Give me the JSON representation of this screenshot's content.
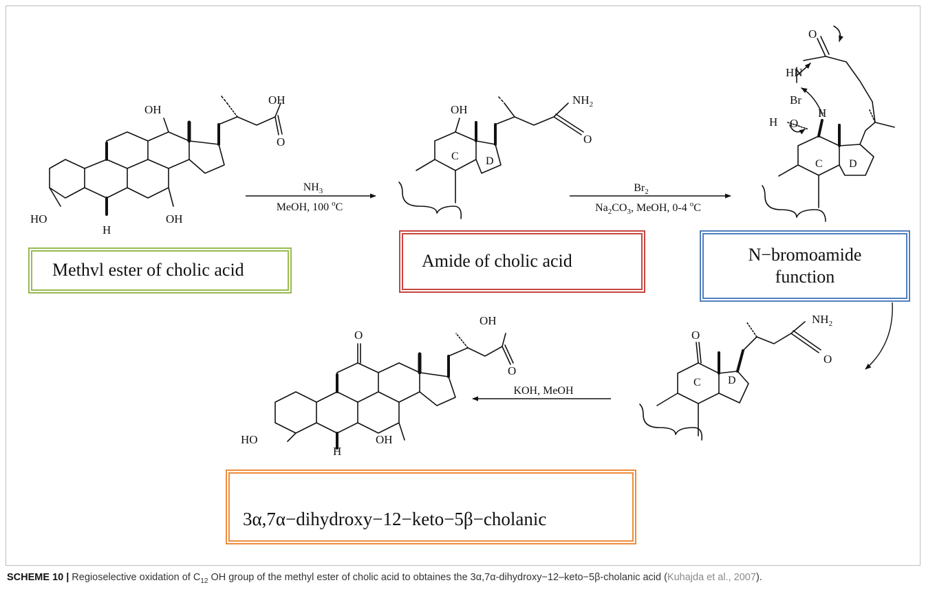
{
  "labels": {
    "methyl_ester": "Methvl ester of cholic acid",
    "amide": "Amide of cholic acid",
    "bromoamide_1": "N−bromoamide",
    "bromoamide_2": "function",
    "product": "3α,7α−dihydroxy−12−keto−5β−cholanic"
  },
  "reagents": {
    "step1_top": "NH",
    "step1_top_sub": "3",
    "step1_bottom": "MeOH, 100 ",
    "step1_bottom_sup": "o",
    "step1_bottom_end": "C",
    "step2_top": "Br",
    "step2_top_sub": "2",
    "step2_bottom_a": "Na",
    "step2_bottom_sub1": "2",
    "step2_bottom_b": "CO",
    "step2_bottom_sub2": "3",
    "step2_bottom_c": ", MeOH, 0-4 ",
    "step2_bottom_sup": "o",
    "step2_bottom_end": "C",
    "step3": "KOH, MeOH"
  },
  "atoms": {
    "oh": "OH",
    "ho": "HO",
    "o": "O",
    "h": "H",
    "nh": "NH",
    "nh_sub": "2",
    "hn": "HN",
    "br": "Br",
    "ring_c": "C",
    "ring_d": "D"
  },
  "caption": {
    "lead": "SCHEME 10 |",
    "text_a": " Regioselective oxidation of C",
    "text_sub": "12",
    "text_b": " OH group of the methyl ester of cholic acid to obtaines the 3α,7α-dihydroxy−12–keto−5β-cholanic acid (",
    "cite": "Kuhajda et al., 2007",
    "text_c": ")."
  }
}
